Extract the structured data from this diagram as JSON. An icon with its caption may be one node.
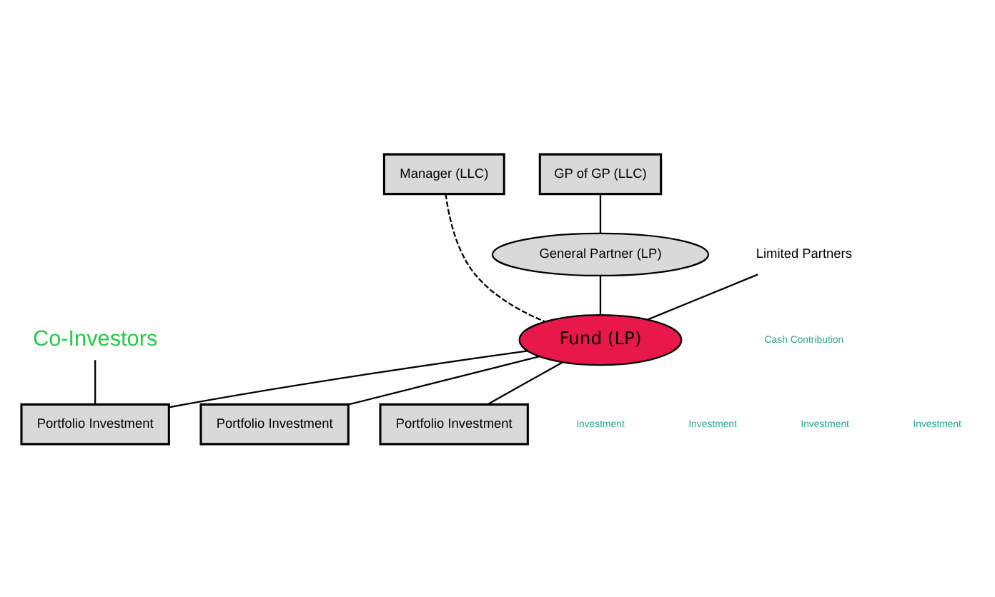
{
  "diagram": {
    "nodes": [
      {
        "text": [
          "Manager (LLC)"
        ]
      },
      {
        "text": [
          "GP of GP (LLC)"
        ]
      },
      {
        "text": [
          "General Partner (LP)"
        ]
      },
      {
        "text": [
          "Limited Partners"
        ]
      },
      {
        "text": [
          "Fund (LP)"
        ]
      },
      {
        "text": [
          "Co-Investors"
        ]
      },
      {
        "text": [
          "Portfolio Investment"
        ]
      },
      {
        "text": [
          "Portfolio Investment"
        ]
      },
      {
        "text": [
          "Portfolio Investment"
        ]
      }
    ],
    "edges": [
      {
        "from": 0,
        "to": 4,
        "arrow": "none",
        "style": "dashed"
      },
      {
        "from": 1,
        "to": 2,
        "arrow": "none"
      },
      {
        "from": 2,
        "to": 4,
        "arrow": "none"
      },
      {
        "from": 3,
        "to": 4,
        "arrow": "none"
      },
      {
        "from": 4,
        "to": 6,
        "arrow": "none"
      },
      {
        "from": 4,
        "to": 7,
        "arrow": "none"
      },
      {
        "from": 4,
        "to": 8,
        "arrow": "none"
      },
      {
        "from": 5,
        "to": 8,
        "arrow": "none"
      }
    ],
    "labels": [
      "Cash Contribution",
      "Investment",
      "Investment",
      "Investment",
      "Investment"
    ]
  }
}
